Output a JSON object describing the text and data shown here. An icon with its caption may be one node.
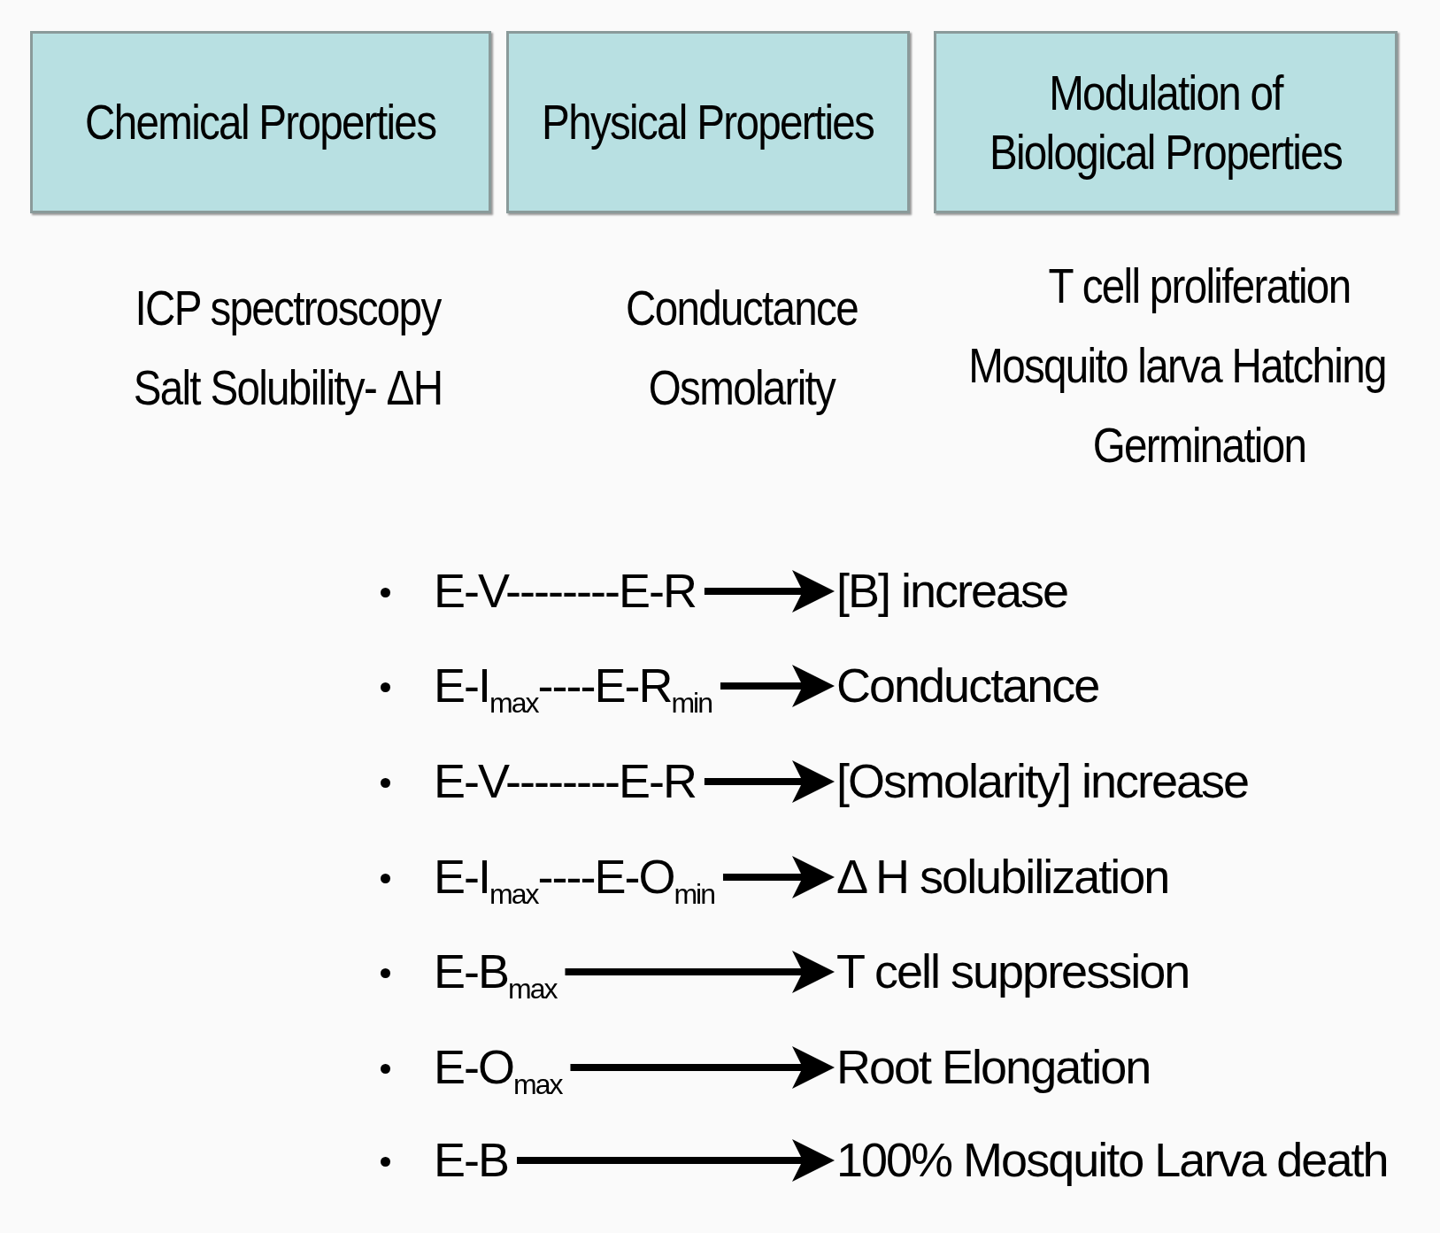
{
  "diagram": {
    "nodes": [
      {
        "text": [
          "Chemical Properties"
        ]
      },
      {
        "text": [
          "Physical Properties"
        ]
      },
      {
        "text": [
          "Modulation of Biological Properties"
        ]
      },
      {
        "text": [
          "E-V--------E-R"
        ]
      },
      {
        "text": [
          "[B] increase"
        ]
      },
      {
        "text": [
          "E-I$_{max}$----E-R$_{min}$"
        ]
      },
      {
        "text": [
          "Conductance"
        ]
      },
      {
        "text": [
          "E-V--------E-R"
        ]
      },
      {
        "text": [
          "[Osmolarity] increase"
        ]
      },
      {
        "text": [
          "E-I$_{max}$----E-O$_{min}$"
        ]
      },
      {
        "text": [
          "Δ H solubilization"
        ]
      },
      {
        "text": [
          "E-B$_{max}$"
        ]
      },
      {
        "text": [
          "T cell suppression"
        ]
      },
      {
        "text": [
          "E-O$_{max}$"
        ]
      },
      {
        "text": [
          "Root Elongation"
        ]
      },
      {
        "text": [
          "E-B"
        ]
      },
      {
        "text": [
          "100% Mosquito Larva death"
        ]
      }
    ],
    "edges": [
      {
        "from": 3,
        "to": 4,
        "arrow": "to"
      },
      {
        "from": 5,
        "to": 6,
        "arrow": "to"
      },
      {
        "from": 7,
        "to": 8,
        "arrow": "to"
      },
      {
        "from": 9,
        "to": 10,
        "arrow": "to"
      },
      {
        "from": 11,
        "to": 12,
        "arrow": "to"
      },
      {
        "from": 13,
        "to": 14,
        "arrow": "to"
      },
      {
        "from": 15,
        "to": 16,
        "arrow": "to"
      }
    ],
    "labels": [
      "ICP spectroscopy",
      "Salt Solubility- ΔH",
      "Conductance",
      "Osmolarity",
      "T cell proliferation",
      "Mosquito larva Hatching",
      "Germination"
    ]
  }
}
